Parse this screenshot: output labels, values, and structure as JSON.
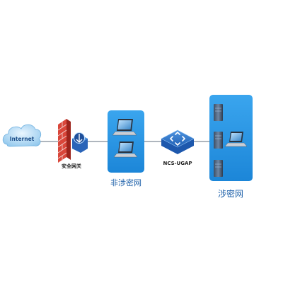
{
  "diagram": {
    "nodes": {
      "internet": {
        "label": "Internet",
        "icon": "cloud-icon"
      },
      "firewall": {
        "icon": "brick-firewall-icon"
      },
      "gateway": {
        "label": "安全网关",
        "icon": "security-gateway-icon"
      },
      "non_secret_net": {
        "label": "非涉密网",
        "icon": "laptop-icon"
      },
      "ncs_ugap": {
        "label": "NCS-UGAP",
        "icon": "router-icon"
      },
      "secret_net": {
        "label": "涉密网",
        "icon": "server-icon"
      }
    },
    "colors": {
      "panel": "#1f8fe0",
      "cloud": "#9fd0f0",
      "firewall": "#c9352b",
      "device_blue": "#2d6fc4",
      "link": "#7f8a96",
      "label_blue": "#1a5ea8"
    }
  }
}
